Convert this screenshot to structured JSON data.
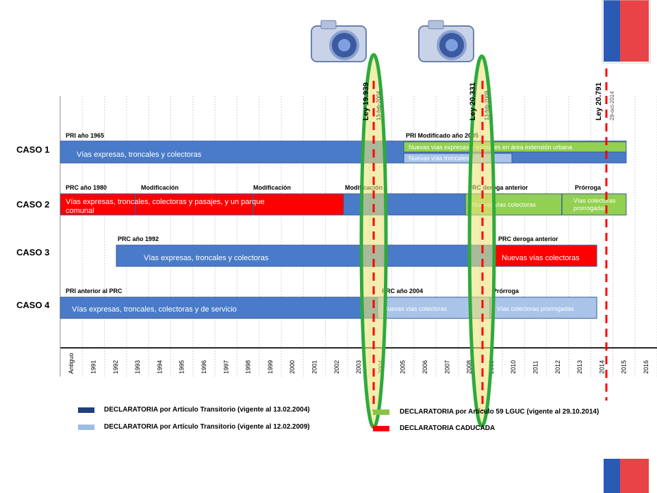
{
  "years": [
    "Antiguo",
    "1991",
    "1992",
    "1993",
    "1994",
    "1995",
    "1996",
    "1997",
    "1998",
    "1999",
    "2000",
    "2001",
    "2002",
    "2003",
    "2004",
    "2005",
    "2006",
    "2007",
    "2008",
    "2009",
    "2010",
    "2011",
    "2012",
    "2013",
    "2014",
    "2015",
    "2016"
  ],
  "cases": [
    {
      "label": "CASO 1",
      "top_labels": [
        "PRI año 1965",
        "PRI Modificado año 2005"
      ],
      "bar_texts": [
        "Vías expresas, troncales y colectoras",
        "Nuevas vías expresas y troncales en área extensión urbana",
        "Nuevas vías troncales"
      ]
    },
    {
      "label": "CASO 2",
      "top_labels": [
        "PRC año 1980",
        "Modificación",
        "Modificación",
        "Modificación",
        "PRC deroga anterior",
        "Prórroga"
      ],
      "bar_texts": [
        "Vías expresas, troncales, colectoras y pasajes, y un parque comunal",
        "Nuevas vías colectoras",
        "Vías colectoras prorrogadas"
      ]
    },
    {
      "label": "CASO 3",
      "top_labels": [
        "PRC año 1992",
        "PRC deroga anterior"
      ],
      "bar_texts": [
        "Vías expresas, troncales y colectoras",
        "Nuevas vías colectoras"
      ]
    },
    {
      "label": "CASO 4",
      "top_labels": [
        "PRI anterior al PRC",
        "PRC año 2004",
        "Prórroga"
      ],
      "bar_texts": [
        "Vías expresas, troncales, colectoras y de servicio",
        "Nuevas vías colectoras",
        "Vías colectoras prorrogadas"
      ]
    }
  ],
  "laws": [
    {
      "name": "Ley 19.939",
      "date": "13-feb-2004"
    },
    {
      "name": "Ley 20.331",
      "date": "13-feb-2009"
    },
    {
      "name": "Ley 20.791",
      "date": "29-oct-2014"
    }
  ],
  "legend": [
    {
      "text": "DECLARATORIA por Artículo Transitorio (vigente al 13.02.2004)",
      "color": "#1f3f7a"
    },
    {
      "text": "DECLARATORIA por Artículo Transitorio (vigente al 12.02.2009)",
      "color": "#9fbde3"
    },
    {
      "text": "DECLARATORIA por Artículo 59 LGUC (vigente al 29.10.2014)",
      "color": "#8bc34a"
    },
    {
      "text": "DECLARATORIA CADUCADA",
      "color": "#ff0000"
    }
  ],
  "colors": {
    "blue": "#4a7bc8",
    "light_blue": "#a9c4e8",
    "green": "#92d050",
    "red": "#ff0000",
    "highlight": "#e9e27a",
    "ellipse": "#2eaa3c"
  },
  "icons": [
    "camera-icon",
    "camera-icon",
    "flag-icon"
  ]
}
